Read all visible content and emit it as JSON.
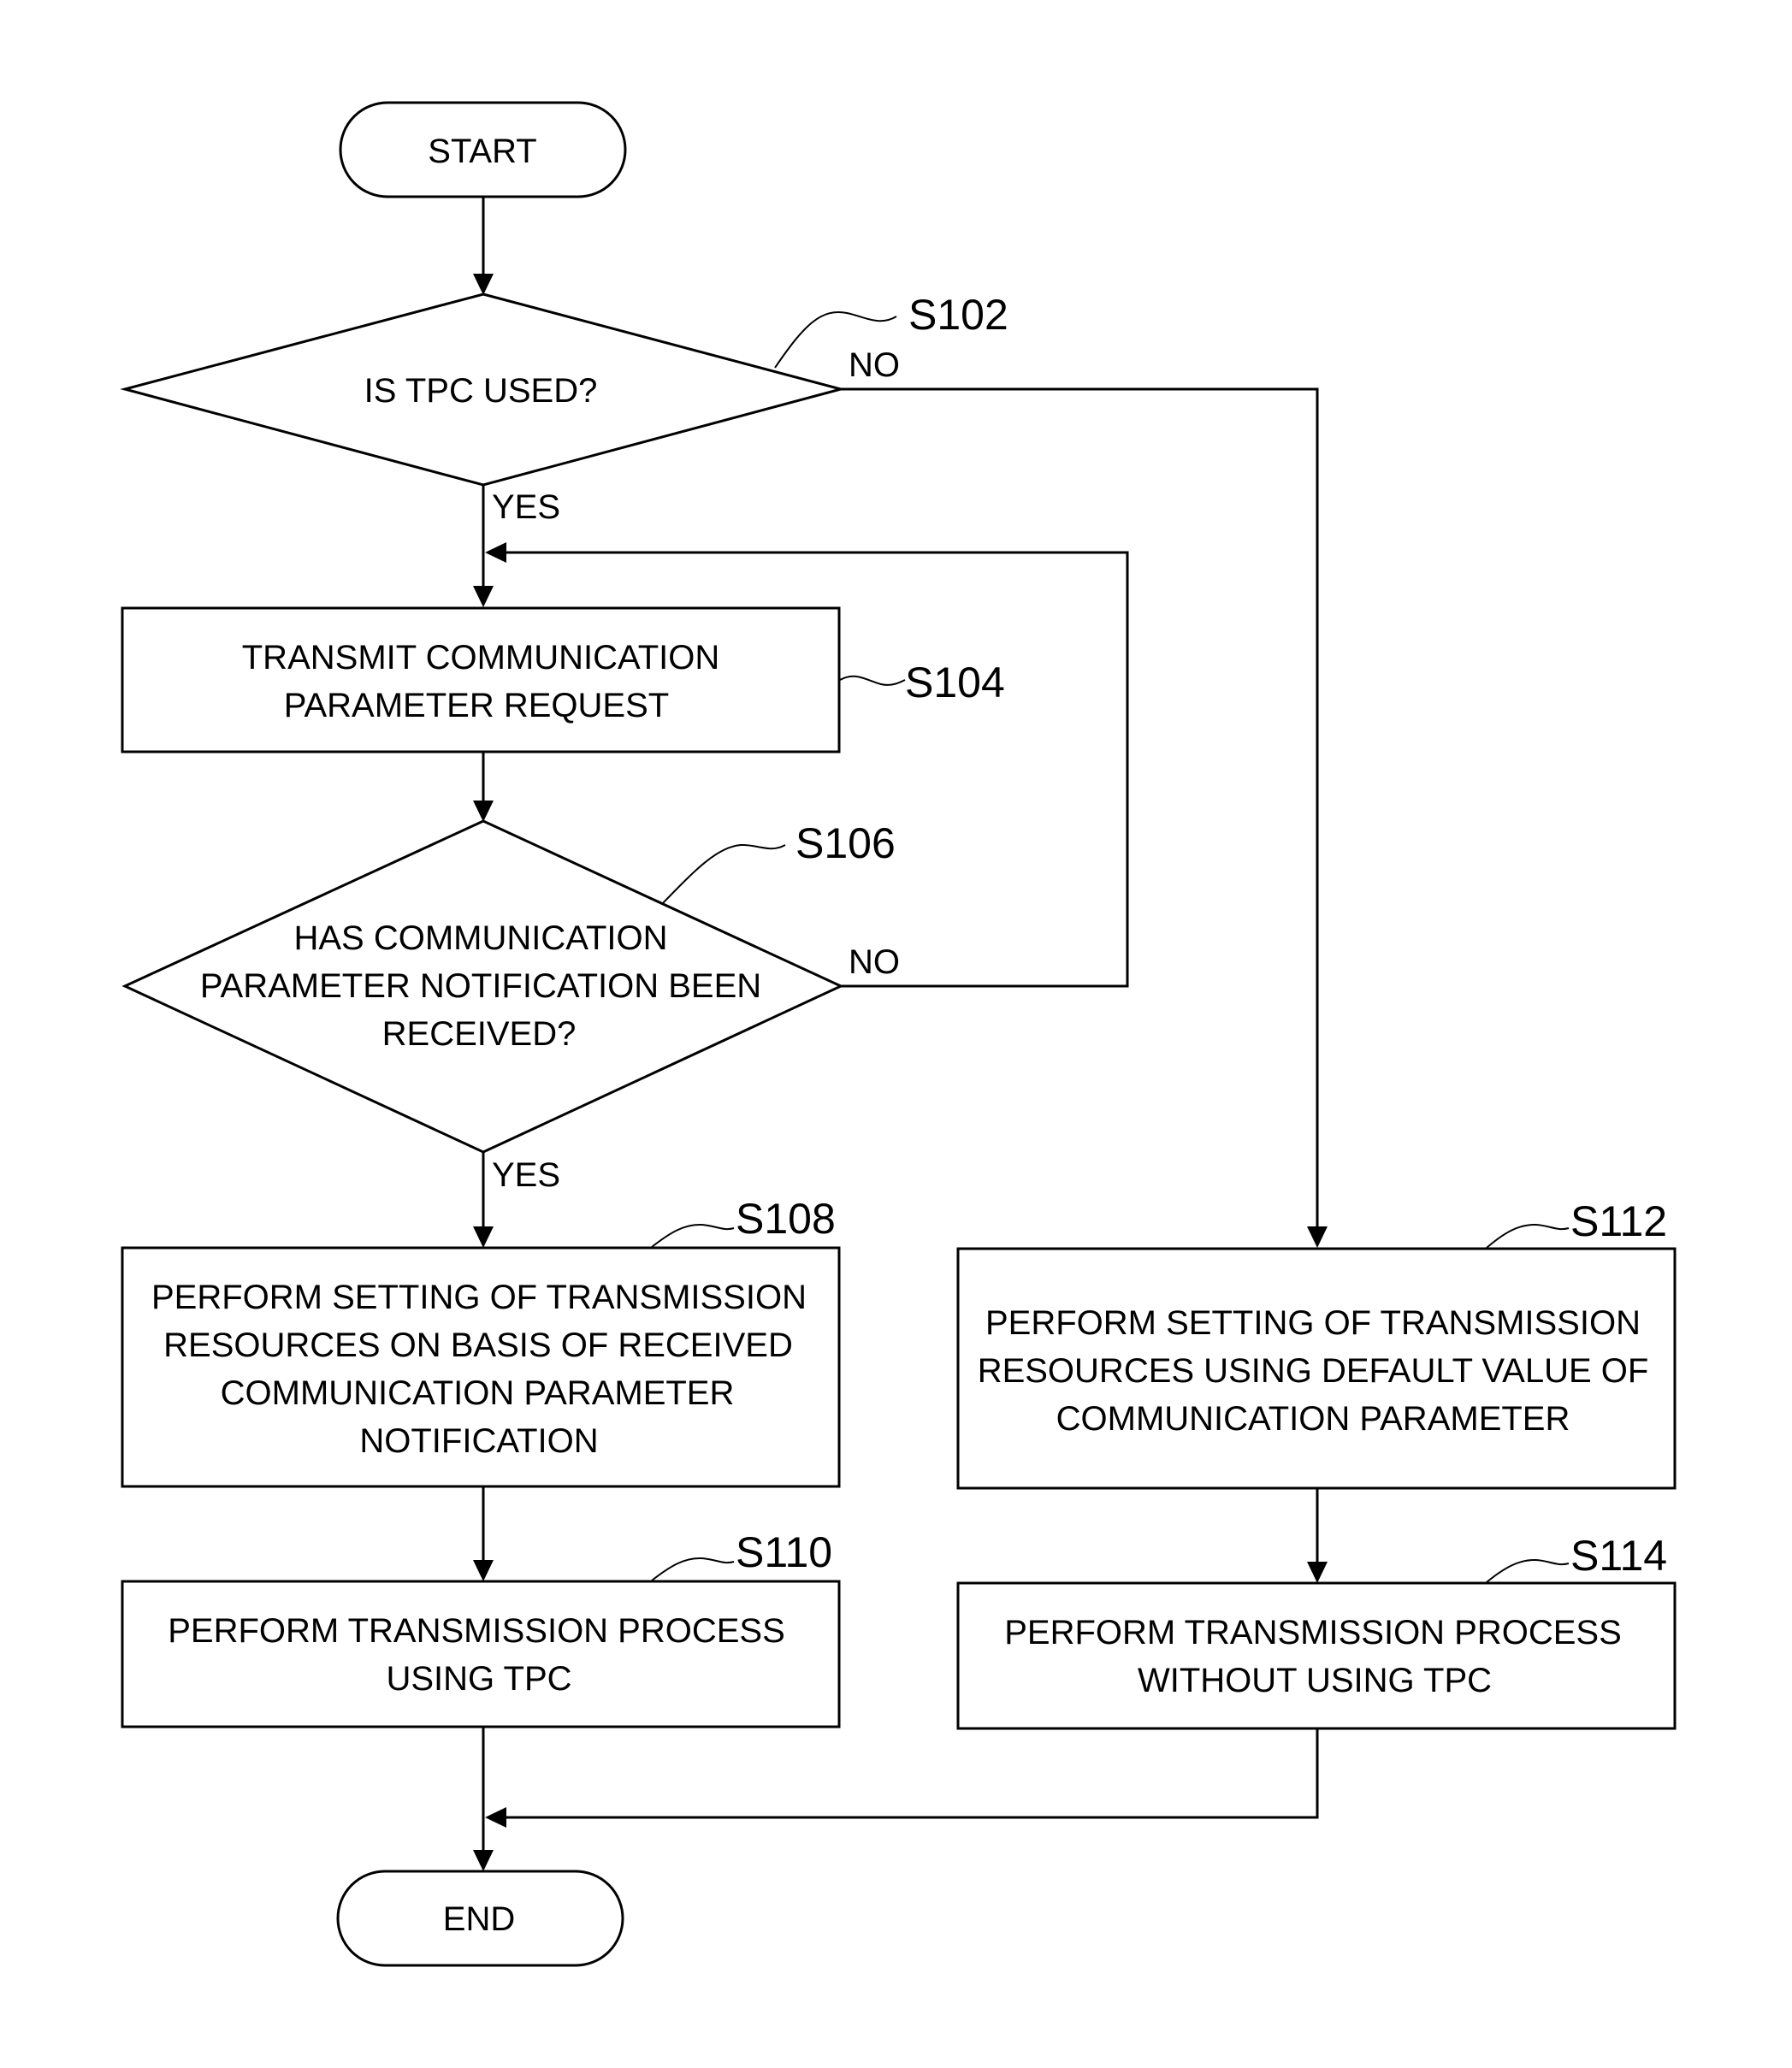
{
  "nodes": {
    "start": {
      "label": "START"
    },
    "s102": {
      "step": "S102",
      "lines": [
        "IS TPC USED?"
      ]
    },
    "s104": {
      "step": "S104",
      "lines": [
        "TRANSMIT COMMUNICATION",
        "PARAMETER REQUEST"
      ]
    },
    "s106": {
      "step": "S106",
      "lines": [
        "HAS COMMUNICATION",
        "PARAMETER NOTIFICATION BEEN",
        "RECEIVED?"
      ]
    },
    "s108": {
      "step": "S108",
      "lines": [
        "PERFORM SETTING OF TRANSMISSION",
        "RESOURCES ON BASIS OF RECEIVED",
        "COMMUNICATION PARAMETER",
        "NOTIFICATION"
      ]
    },
    "s110": {
      "step": "S110",
      "lines": [
        "PERFORM TRANSMISSION PROCESS",
        "USING TPC"
      ]
    },
    "s112": {
      "step": "S112",
      "lines": [
        "PERFORM SETTING OF TRANSMISSION",
        "RESOURCES USING DEFAULT VALUE OF",
        "COMMUNICATION PARAMETER"
      ]
    },
    "s114": {
      "step": "S114",
      "lines": [
        "PERFORM TRANSMISSION PROCESS",
        "WITHOUT USING TPC"
      ]
    },
    "end": {
      "label": "END"
    }
  },
  "edges": {
    "s102_no": "NO",
    "s102_yes": "YES",
    "s106_no": "NO",
    "s106_yes": "YES"
  }
}
